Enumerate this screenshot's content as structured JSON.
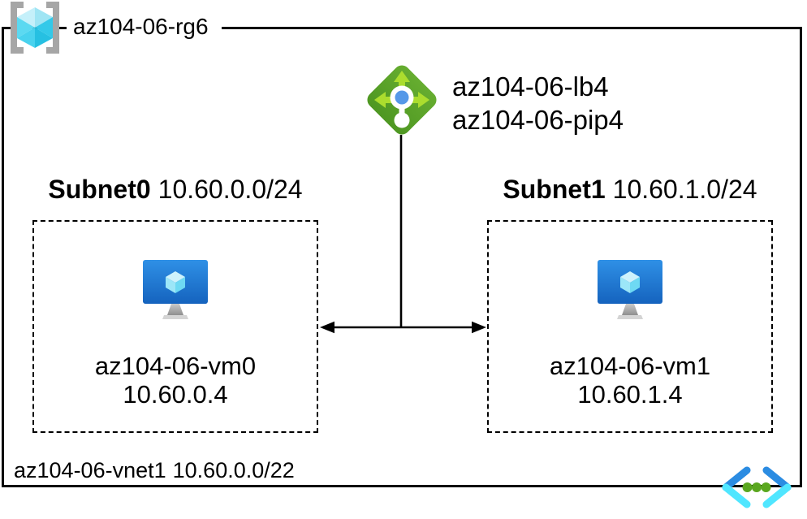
{
  "resource_group": {
    "name": "az104-06-rg6"
  },
  "load_balancer": {
    "name": "az104-06-lb4",
    "public_ip": "az104-06-pip4"
  },
  "subnets": [
    {
      "name": "Subnet0",
      "cidr": "10.60.0.0/24",
      "vm_name": "az104-06-vm0",
      "vm_ip": "10.60.0.4"
    },
    {
      "name": "Subnet1",
      "cidr": "10.60.1.0/24",
      "vm_name": "az104-06-vm1",
      "vm_ip": "10.60.1.4"
    }
  ],
  "vnet": {
    "name": "az104-06-vnet1",
    "cidr": "10.60.0.0/22"
  },
  "icons": {
    "resource_group": "resource-group-icon",
    "load_balancer": "load-balancer-icon",
    "virtual_machine": "virtual-machine-icon",
    "virtual_network": "virtual-network-icon"
  },
  "colors": {
    "line_black": "#000000",
    "lb_diamond_green": "#56a029",
    "lb_arrow_green": "#abdd2e",
    "lb_center_blue": "#5598e8",
    "vm_screen_top": "#2f90e6",
    "vm_screen_bottom": "#1563be",
    "cube_cyan": "#50e6ff",
    "vnet_chevron_blue": "#2b8ce2",
    "vnet_chevron_cyan": "#50e6ff",
    "vnet_dot_green": "#5aa71f",
    "bracket_gray": "#a6a6a6"
  }
}
